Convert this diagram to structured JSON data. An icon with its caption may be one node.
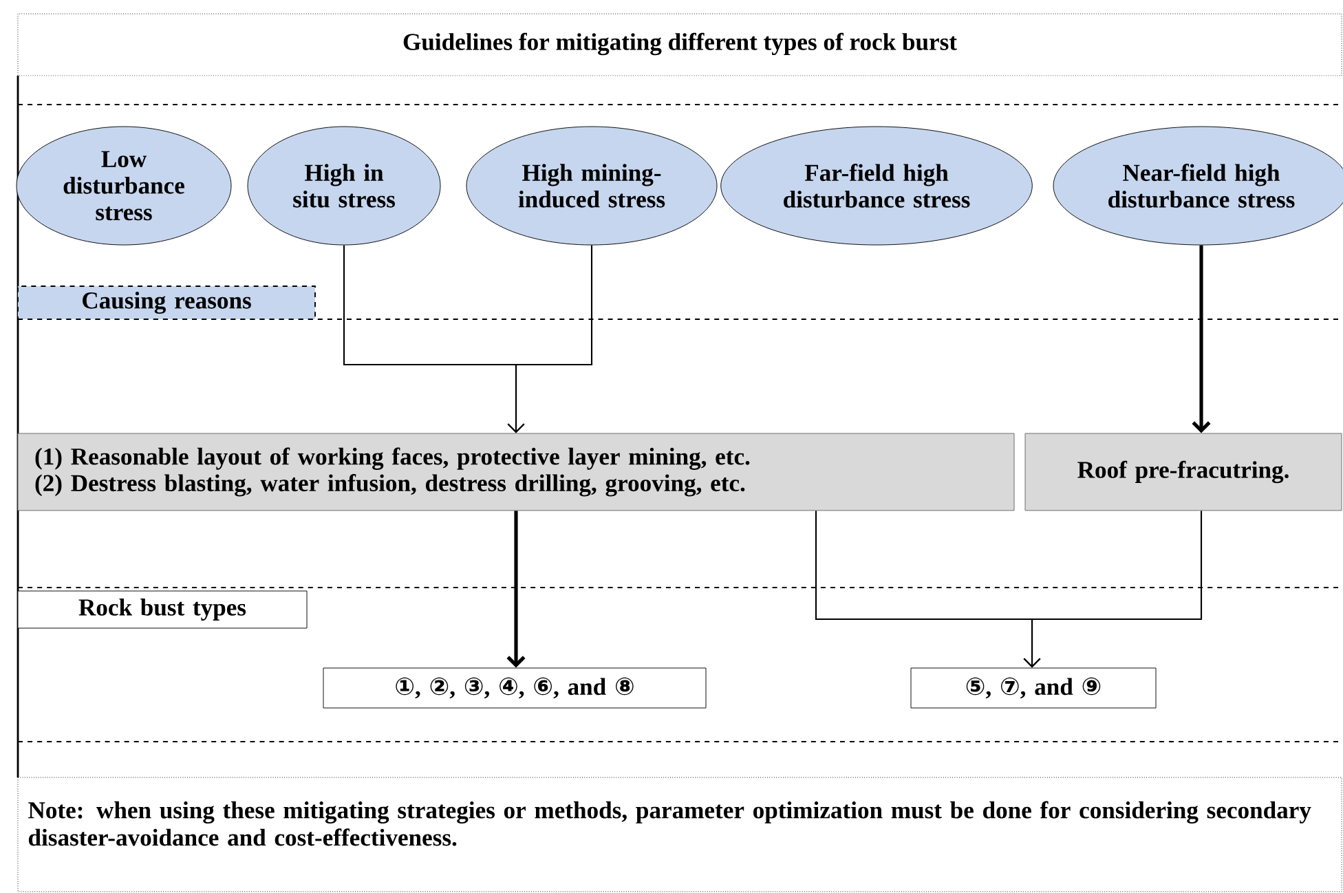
{
  "diagram": {
    "title": "Guidelines for mitigating different types of rock burst",
    "nodes": [
      {
        "text": [
          "Low disturbance stress"
        ]
      },
      {
        "text": [
          "High in situ stress"
        ]
      },
      {
        "text": [
          "High mining-induced stress"
        ]
      },
      {
        "text": [
          "Far-field high disturbance stress"
        ]
      },
      {
        "text": [
          "Near-field high disturbance stress"
        ]
      },
      {
        "text": [
          "Causing reasons"
        ]
      },
      {
        "text": [
          "(1) Reasonable layout of working faces, protective layer mining, etc.",
          "(2) Destress blasting, water infusion, destress drilling, grooving, etc."
        ]
      },
      {
        "text": [
          "Roof pre-fracutring."
        ]
      },
      {
        "text": [
          "Rock bust types"
        ]
      },
      {
        "text": [
          "①, ②, ③, ④, ⑥, and ⑧"
        ]
      },
      {
        "text": [
          "⑤, ⑦, and ⑨"
        ]
      }
    ],
    "edges": [
      {
        "from": 1,
        "to": 6,
        "arrow": "to"
      },
      {
        "from": 2,
        "to": 6,
        "arrow": "to"
      },
      {
        "from": 4,
        "to": 7,
        "arrow": "to",
        "style": "thick"
      },
      {
        "from": 6,
        "to": 9,
        "arrow": "to",
        "style": "thick"
      },
      {
        "from": 6,
        "to": 10,
        "arrow": "to"
      },
      {
        "from": 7,
        "to": 10,
        "arrow": "to"
      }
    ],
    "labels": [
      "Note: when using these mitigating strategies or methods, parameter optimization must be done for considering secondary disaster-avoidance  and cost-effectiveness."
    ]
  }
}
